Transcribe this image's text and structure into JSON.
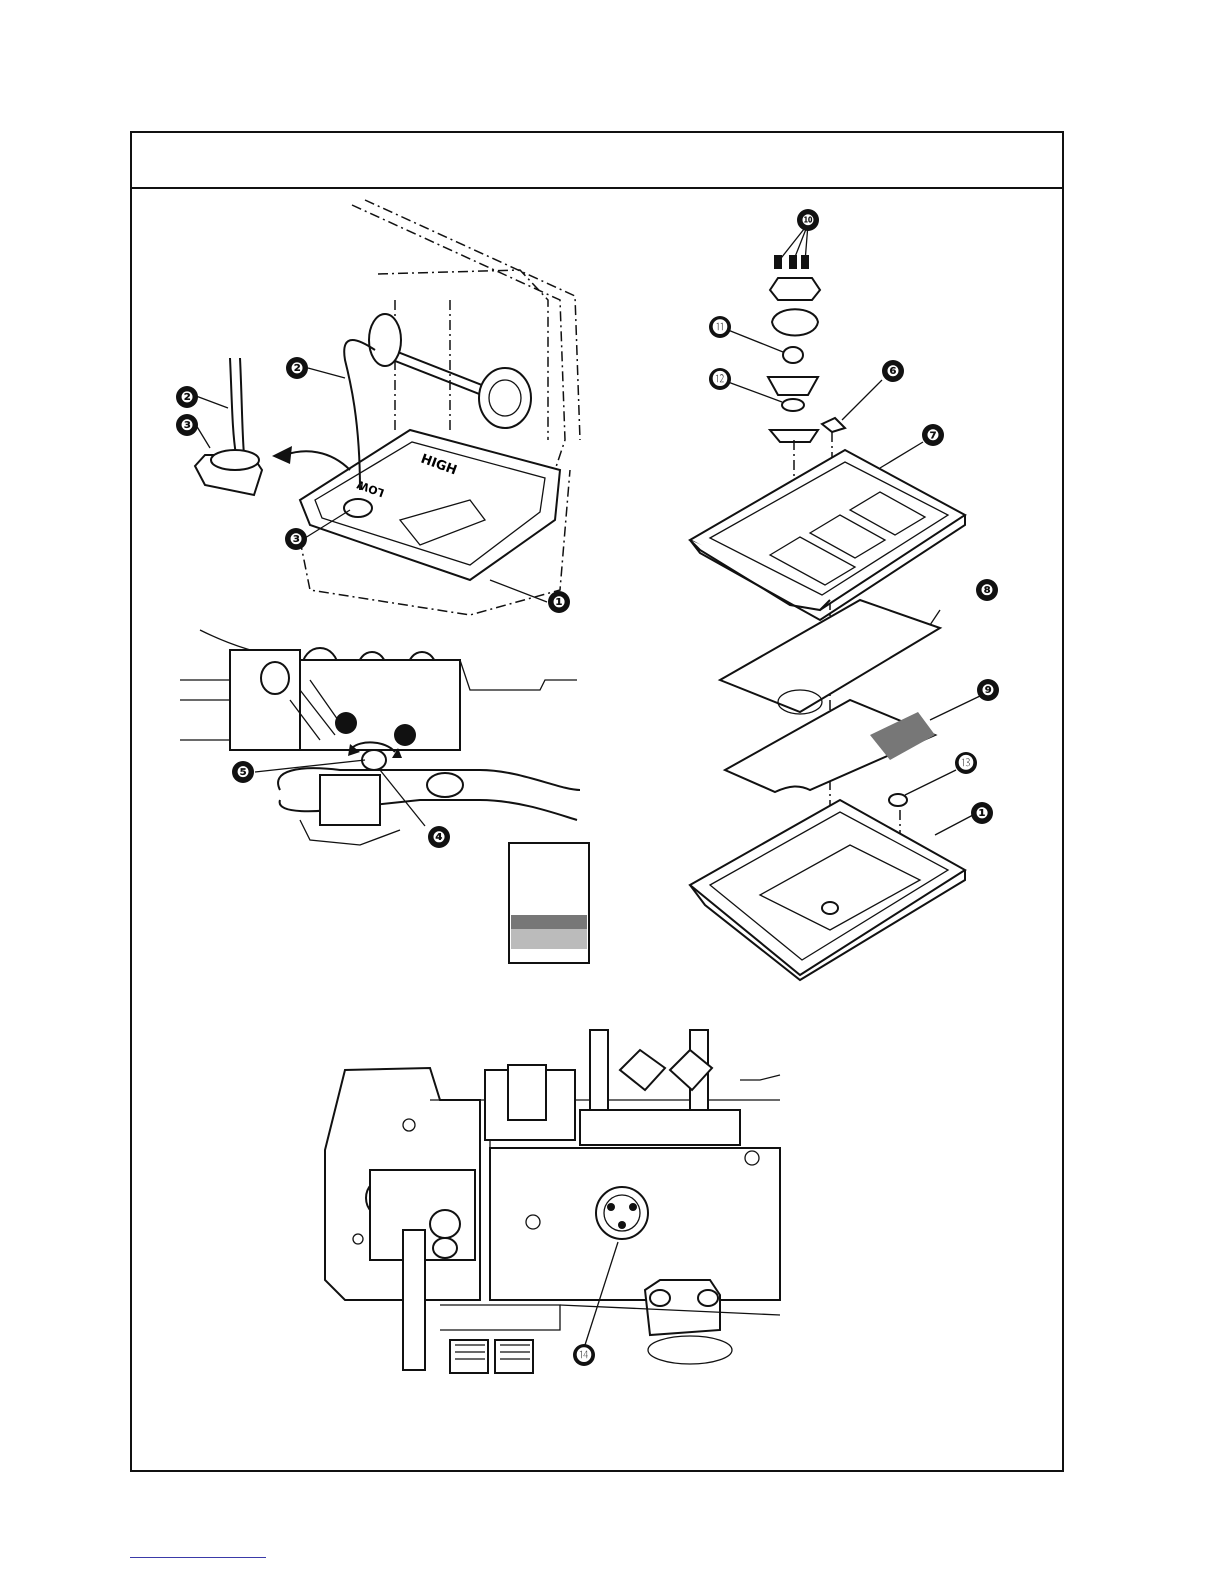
{
  "page": {
    "header_title": ""
  },
  "callouts": {
    "c1": "❶",
    "c2": "❷",
    "c3": "❸",
    "c4": "❹",
    "c5": "❺",
    "c6": "❻",
    "c7": "❼",
    "c8": "❽",
    "c9": "❾",
    "c10": "❿",
    "c11": "⓫",
    "c12": "⓬",
    "c13": "⓭",
    "c14": "⓮"
  },
  "oil_pan_marks": {
    "high": "HIGH",
    "low": "LOW"
  }
}
